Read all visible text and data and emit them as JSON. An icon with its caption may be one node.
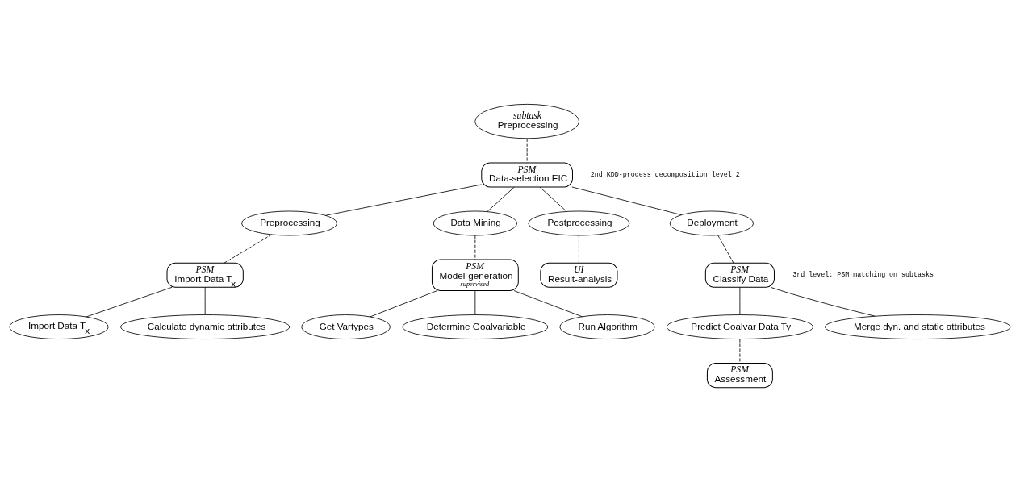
{
  "diagram": {
    "nodes": [
      {
        "text": [
          "subtask",
          "Preprocessing"
        ]
      },
      {
        "text": [
          "PSM",
          "Data-selection EIC"
        ]
      },
      {
        "text": [
          "Preprocessing"
        ]
      },
      {
        "text": [
          "Data Mining"
        ]
      },
      {
        "text": [
          "Postprocessing"
        ]
      },
      {
        "text": [
          "Deployment"
        ]
      },
      {
        "text": [
          "PSM",
          "Import Data T$_{x}$"
        ]
      },
      {
        "text": [
          "PSM",
          "Model-generation",
          "supervised"
        ]
      },
      {
        "text": [
          "UI",
          "Result-analysis"
        ]
      },
      {
        "text": [
          "PSM",
          "Classify Data"
        ]
      },
      {
        "text": [
          "Import Data T$_{x}$"
        ]
      },
      {
        "text": [
          "Calculate dynamic attributes"
        ]
      },
      {
        "text": [
          "Get Vartypes"
        ]
      },
      {
        "text": [
          "Determine Goalvariable"
        ]
      },
      {
        "text": [
          "Run Algorithm"
        ]
      },
      {
        "text": [
          "Predict Goalvar Data Ty"
        ]
      },
      {
        "text": [
          "Merge dyn. and static attributes"
        ]
      },
      {
        "text": [
          "PSM",
          "Assessment"
        ]
      }
    ],
    "edges": [
      {
        "from": 0,
        "to": 1,
        "arrow": "none",
        "style": "dashed"
      },
      {
        "from": 1,
        "to": 2,
        "arrow": "none"
      },
      {
        "from": 1,
        "to": 3,
        "arrow": "none"
      },
      {
        "from": 1,
        "to": 4,
        "arrow": "none"
      },
      {
        "from": 1,
        "to": 5,
        "arrow": "none"
      },
      {
        "from": 2,
        "to": 6,
        "arrow": "none",
        "style": "dashed"
      },
      {
        "from": 3,
        "to": 7,
        "arrow": "none",
        "style": "dashed"
      },
      {
        "from": 4,
        "to": 8,
        "arrow": "none",
        "style": "dashed"
      },
      {
        "from": 5,
        "to": 9,
        "arrow": "none",
        "style": "dashed"
      },
      {
        "from": 6,
        "to": 10,
        "arrow": "none"
      },
      {
        "from": 6,
        "to": 11,
        "arrow": "none"
      },
      {
        "from": 7,
        "to": 12,
        "arrow": "none"
      },
      {
        "from": 7,
        "to": 13,
        "arrow": "none"
      },
      {
        "from": 7,
        "to": 14,
        "arrow": "none"
      },
      {
        "from": 9,
        "to": 15,
        "arrow": "none"
      },
      {
        "from": 9,
        "to": 16,
        "arrow": "none"
      },
      {
        "from": 15,
        "to": 17,
        "arrow": "none",
        "style": "dashed"
      }
    ],
    "labels": [
      "2nd KDD-process decomposition level 2",
      "3rd level: PSM matching on subtasks"
    ]
  }
}
